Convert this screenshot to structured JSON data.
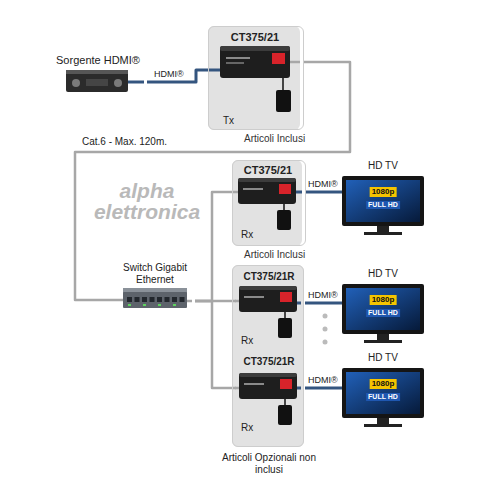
{
  "diagram": {
    "nodes": [
      {
        "text": [
          "Sorgente HDMI®"
        ]
      },
      {
        "text": [
          "CT375/21",
          "Tx"
        ]
      },
      {
        "text": [
          "CT375/21",
          "Rx"
        ]
      },
      {
        "text": [
          "HD TV",
          "1080p",
          "FULL HD"
        ]
      },
      {
        "text": [
          "Switch Gigabit Ethernet"
        ]
      },
      {
        "text": [
          "Articoli Opzionali non inclusi"
        ]
      },
      {
        "text": [
          "CT375/21R",
          "Rx"
        ],
        "in": 5
      },
      {
        "text": [
          "HD TV",
          "1080p",
          "FULL HD"
        ]
      },
      {
        "text": [
          "CT375/21R",
          "Rx"
        ],
        "in": 5
      },
      {
        "text": [
          "HD TV",
          "1080p",
          "FULL HD"
        ]
      }
    ],
    "edges": [
      {
        "from": 0,
        "to": 1,
        "arrow": "none",
        "label": "HDMI®"
      },
      {
        "from": 1,
        "to": 4,
        "arrow": "none",
        "label": "Cat.6 - Max. 120m."
      },
      {
        "from": 4,
        "to": 2,
        "arrow": "none"
      },
      {
        "from": 4,
        "to": 6,
        "arrow": "none"
      },
      {
        "from": 4,
        "to": 8,
        "arrow": "none"
      },
      {
        "from": 2,
        "to": 3,
        "arrow": "none",
        "label": "HDMI®"
      },
      {
        "from": 6,
        "to": 7,
        "arrow": "none",
        "label": "HDMI®"
      },
      {
        "from": 8,
        "to": 9,
        "arrow": "none",
        "label": "HDMI®"
      }
    ],
    "labels": [
      "Articoli Inclusi",
      "Articoli Inclusi",
      "alpha elettronica"
    ]
  }
}
